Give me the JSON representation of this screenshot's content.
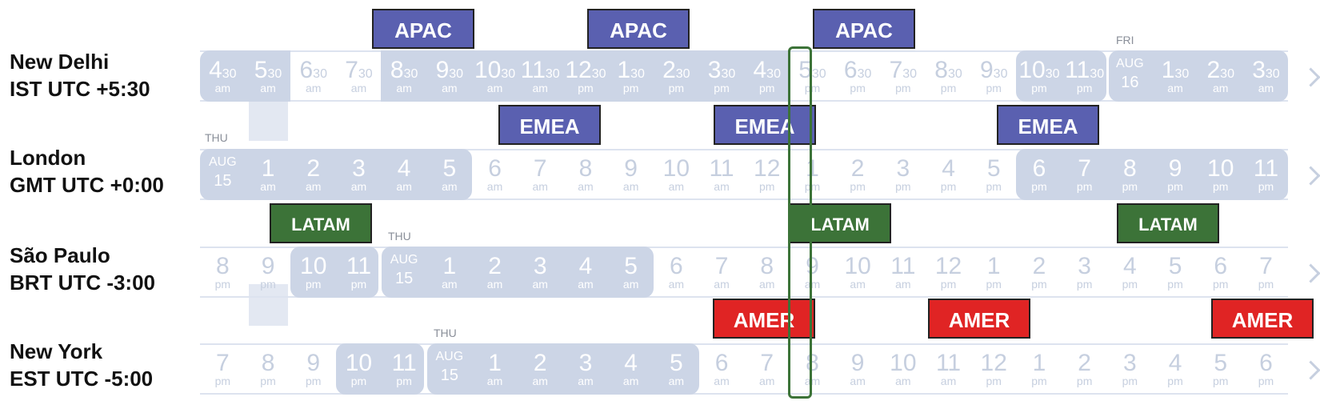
{
  "cities": [
    {
      "name": "New Delhi",
      "zone": "IST UTC +5:30"
    },
    {
      "name": "London",
      "zone": "GMT UTC +0:00"
    },
    {
      "name": "São Paulo",
      "zone": "BRT UTC -3:00"
    },
    {
      "name": "New York",
      "zone": "EST UTC -5:00"
    }
  ],
  "day_labels": {
    "delhi": "FRI",
    "london": "THU",
    "saopaulo": "THU",
    "newyork": "THU"
  },
  "rows": [
    {
      "cells": [
        {
          "num": "4",
          "sub": "30",
          "ap": "am",
          "style": "lane"
        },
        {
          "num": "5",
          "sub": "30",
          "ap": "am",
          "style": "lane"
        },
        {
          "num": "6",
          "sub": "30",
          "ap": "am",
          "style": "light"
        },
        {
          "num": "7",
          "sub": "30",
          "ap": "am",
          "style": "light"
        },
        {
          "num": "8",
          "sub": "30",
          "ap": "am",
          "style": "lane"
        },
        {
          "num": "9",
          "sub": "30",
          "ap": "am",
          "style": "lane"
        },
        {
          "num": "10",
          "sub": "30",
          "ap": "am",
          "style": "lane"
        },
        {
          "num": "11",
          "sub": "30",
          "ap": "am",
          "style": "lane"
        },
        {
          "num": "12",
          "sub": "30",
          "ap": "pm",
          "style": "lane"
        },
        {
          "num": "1",
          "sub": "30",
          "ap": "pm",
          "style": "lane"
        },
        {
          "num": "2",
          "sub": "30",
          "ap": "pm",
          "style": "lane"
        },
        {
          "num": "3",
          "sub": "30",
          "ap": "pm",
          "style": "lane"
        },
        {
          "num": "4",
          "sub": "30",
          "ap": "pm",
          "style": "lane"
        },
        {
          "num": "5",
          "sub": "30",
          "ap": "pm",
          "style": "light"
        },
        {
          "num": "6",
          "sub": "30",
          "ap": "pm",
          "style": "light"
        },
        {
          "num": "7",
          "sub": "30",
          "ap": "pm",
          "style": "light"
        },
        {
          "num": "8",
          "sub": "30",
          "ap": "pm",
          "style": "light"
        },
        {
          "num": "9",
          "sub": "30",
          "ap": "pm",
          "style": "light"
        },
        {
          "num": "10",
          "sub": "30",
          "ap": "pm",
          "style": "lane"
        },
        {
          "num": "11",
          "sub": "30",
          "ap": "pm",
          "style": "lane"
        },
        {
          "num": "AUG",
          "sub": "",
          "ap": "16",
          "style": "date"
        },
        {
          "num": "1",
          "sub": "30",
          "ap": "am",
          "style": "lane"
        },
        {
          "num": "2",
          "sub": "30",
          "ap": "am",
          "style": "lane"
        },
        {
          "num": "3",
          "sub": "30",
          "ap": "am",
          "style": "lane"
        }
      ]
    },
    {
      "cells": [
        {
          "num": "AUG",
          "sub": "",
          "ap": "15",
          "style": "date"
        },
        {
          "num": "1",
          "ap": "am",
          "style": "lane"
        },
        {
          "num": "2",
          "ap": "am",
          "style": "lane"
        },
        {
          "num": "3",
          "ap": "am",
          "style": "lane"
        },
        {
          "num": "4",
          "ap": "am",
          "style": "lane"
        },
        {
          "num": "5",
          "ap": "am",
          "style": "lane"
        },
        {
          "num": "6",
          "ap": "am",
          "style": "light"
        },
        {
          "num": "7",
          "ap": "am",
          "style": "light"
        },
        {
          "num": "8",
          "ap": "am",
          "style": "light"
        },
        {
          "num": "9",
          "ap": "am",
          "style": "light"
        },
        {
          "num": "10",
          "ap": "am",
          "style": "light"
        },
        {
          "num": "11",
          "ap": "am",
          "style": "light"
        },
        {
          "num": "12",
          "ap": "pm",
          "style": "light"
        },
        {
          "num": "1",
          "ap": "pm",
          "style": "light"
        },
        {
          "num": "2",
          "ap": "pm",
          "style": "light"
        },
        {
          "num": "3",
          "ap": "pm",
          "style": "light"
        },
        {
          "num": "4",
          "ap": "pm",
          "style": "light"
        },
        {
          "num": "5",
          "ap": "pm",
          "style": "light"
        },
        {
          "num": "6",
          "ap": "pm",
          "style": "lane"
        },
        {
          "num": "7",
          "ap": "pm",
          "style": "lane"
        },
        {
          "num": "8",
          "ap": "pm",
          "style": "lane"
        },
        {
          "num": "9",
          "ap": "pm",
          "style": "lane"
        },
        {
          "num": "10",
          "ap": "pm",
          "style": "lane"
        },
        {
          "num": "11",
          "ap": "pm",
          "style": "lane"
        }
      ]
    },
    {
      "cells": [
        {
          "num": "8",
          "ap": "pm",
          "style": "light"
        },
        {
          "num": "9",
          "ap": "pm",
          "style": "light"
        },
        {
          "num": "10",
          "ap": "pm",
          "style": "lane"
        },
        {
          "num": "11",
          "ap": "pm",
          "style": "lane"
        },
        {
          "num": "AUG",
          "sub": "",
          "ap": "15",
          "style": "date"
        },
        {
          "num": "1",
          "ap": "am",
          "style": "lane"
        },
        {
          "num": "2",
          "ap": "am",
          "style": "lane"
        },
        {
          "num": "3",
          "ap": "am",
          "style": "lane"
        },
        {
          "num": "4",
          "ap": "am",
          "style": "lane"
        },
        {
          "num": "5",
          "ap": "am",
          "style": "lane"
        },
        {
          "num": "6",
          "ap": "am",
          "style": "light"
        },
        {
          "num": "7",
          "ap": "am",
          "style": "light"
        },
        {
          "num": "8",
          "ap": "am",
          "style": "light"
        },
        {
          "num": "9",
          "ap": "am",
          "style": "light"
        },
        {
          "num": "10",
          "ap": "am",
          "style": "light"
        },
        {
          "num": "11",
          "ap": "am",
          "style": "light"
        },
        {
          "num": "12",
          "ap": "pm",
          "style": "light"
        },
        {
          "num": "1",
          "ap": "pm",
          "style": "light"
        },
        {
          "num": "2",
          "ap": "pm",
          "style": "light"
        },
        {
          "num": "3",
          "ap": "pm",
          "style": "light"
        },
        {
          "num": "4",
          "ap": "pm",
          "style": "light"
        },
        {
          "num": "5",
          "ap": "pm",
          "style": "light"
        },
        {
          "num": "6",
          "ap": "pm",
          "style": "light"
        },
        {
          "num": "7",
          "ap": "pm",
          "style": "light"
        }
      ]
    },
    {
      "cells": [
        {
          "num": "7",
          "ap": "pm",
          "style": "light"
        },
        {
          "num": "8",
          "ap": "pm",
          "style": "light"
        },
        {
          "num": "9",
          "ap": "pm",
          "style": "light"
        },
        {
          "num": "10",
          "ap": "pm",
          "style": "lane"
        },
        {
          "num": "11",
          "ap": "pm",
          "style": "lane"
        },
        {
          "num": "AUG",
          "sub": "",
          "ap": "15",
          "style": "date"
        },
        {
          "num": "1",
          "ap": "am",
          "style": "lane"
        },
        {
          "num": "2",
          "ap": "am",
          "style": "lane"
        },
        {
          "num": "3",
          "ap": "am",
          "style": "lane"
        },
        {
          "num": "4",
          "ap": "am",
          "style": "lane"
        },
        {
          "num": "5",
          "ap": "am",
          "style": "lane"
        },
        {
          "num": "6",
          "ap": "am",
          "style": "light"
        },
        {
          "num": "7",
          "ap": "am",
          "style": "light"
        },
        {
          "num": "8",
          "ap": "am",
          "style": "light"
        },
        {
          "num": "9",
          "ap": "am",
          "style": "light"
        },
        {
          "num": "10",
          "ap": "am",
          "style": "light"
        },
        {
          "num": "11",
          "ap": "am",
          "style": "light"
        },
        {
          "num": "12",
          "ap": "pm",
          "style": "light"
        },
        {
          "num": "1",
          "ap": "pm",
          "style": "light"
        },
        {
          "num": "2",
          "ap": "pm",
          "style": "light"
        },
        {
          "num": "3",
          "ap": "pm",
          "style": "light"
        },
        {
          "num": "4",
          "ap": "pm",
          "style": "light"
        },
        {
          "num": "5",
          "ap": "pm",
          "style": "light"
        },
        {
          "num": "6",
          "ap": "pm",
          "style": "light"
        }
      ]
    }
  ],
  "regions": {
    "apac": "APAC",
    "emea": "EMEA",
    "latam": "LATAM",
    "amer": "AMER"
  },
  "colors": {
    "apac": "#5a60b0",
    "emea": "#5a60b0",
    "latam": "#3c7338",
    "amer": "#e02424",
    "timeline_fill": "#ccd5e6",
    "current_time_marker": "#3c7338"
  },
  "icons": {
    "next": "chevron-right-icon"
  }
}
